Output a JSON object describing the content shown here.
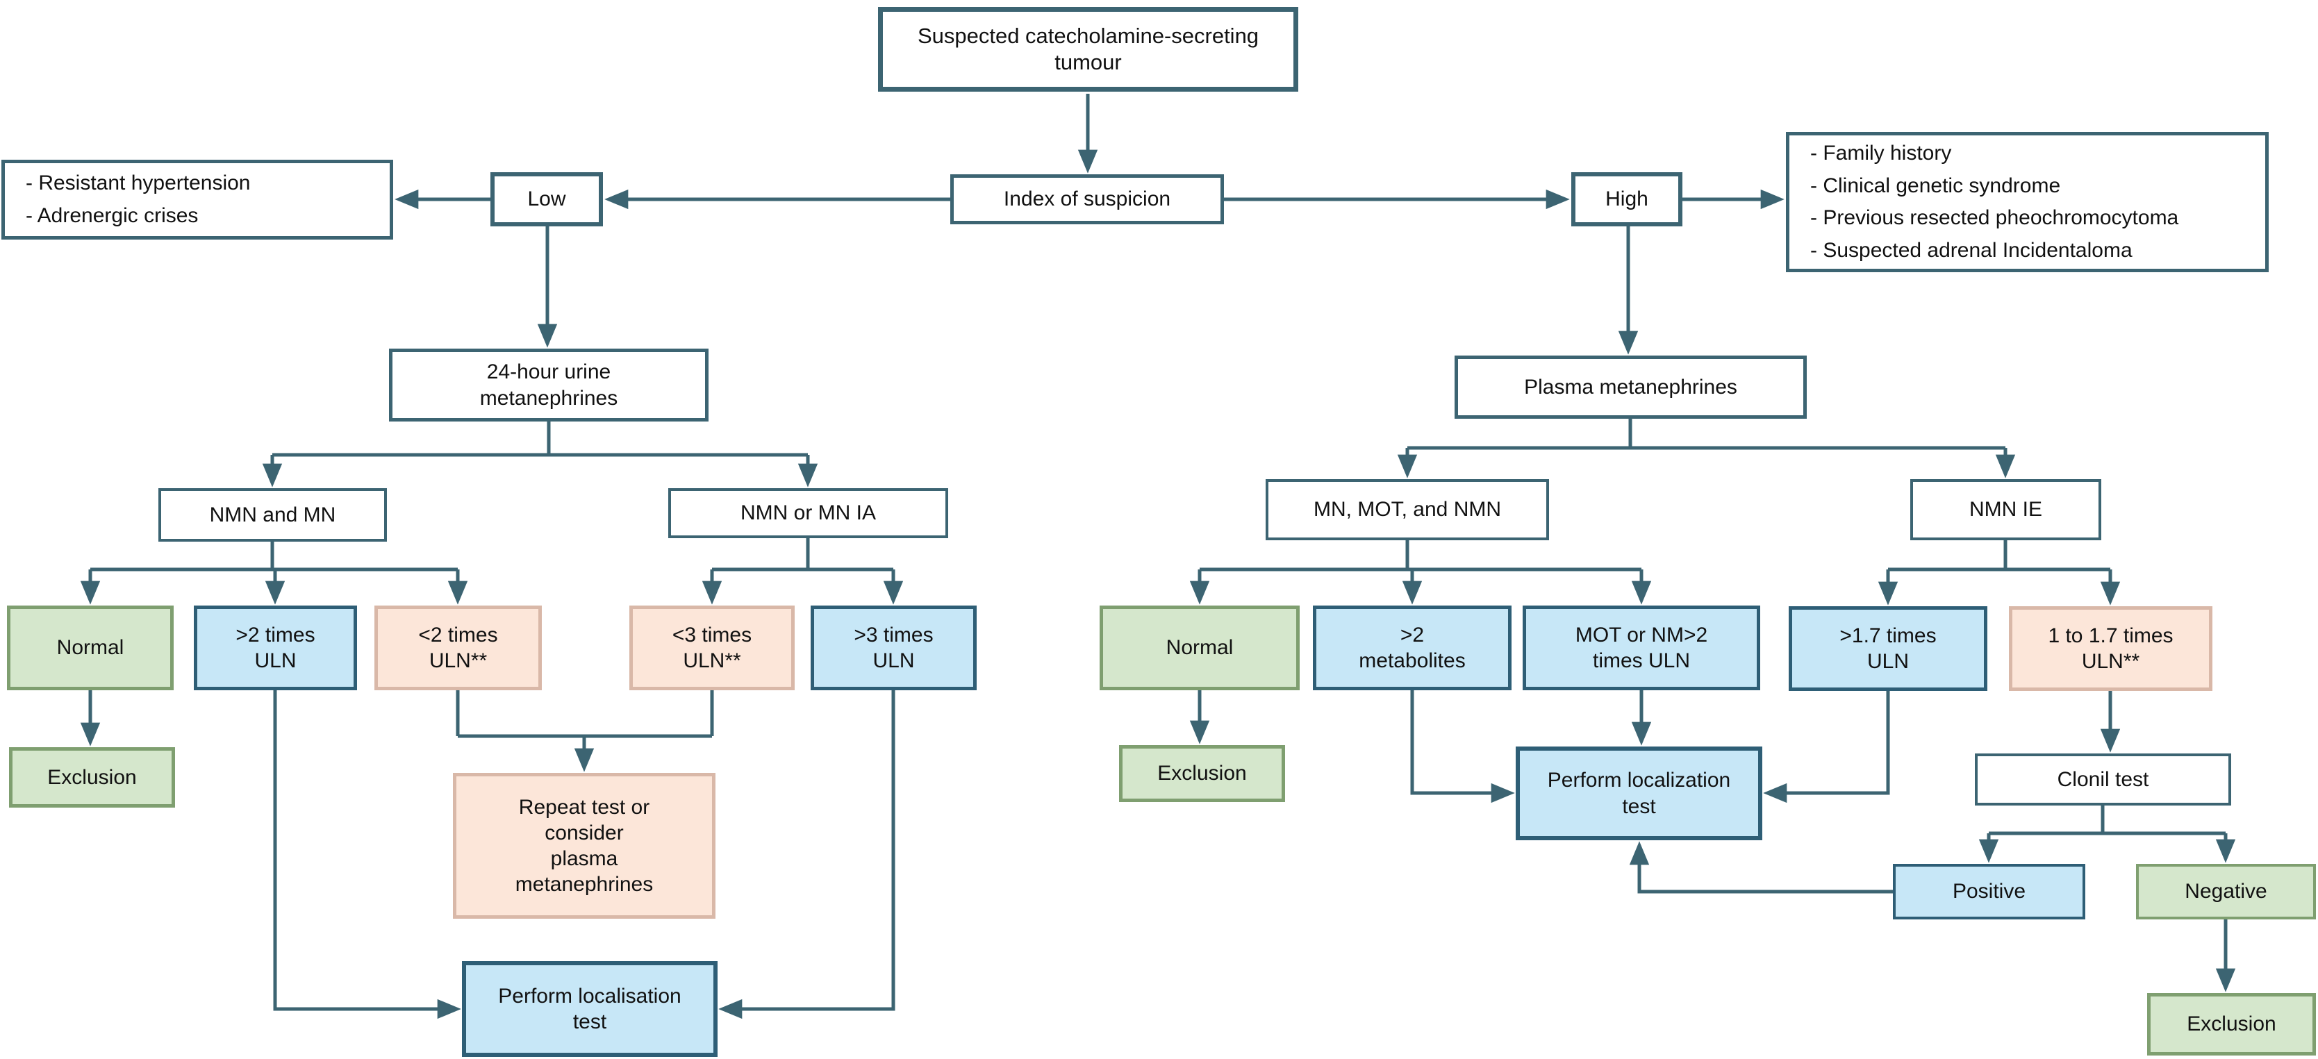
{
  "diagram": {
    "title": "Suspected catecholamine-secreting tumour diagnostic flowchart",
    "colors": {
      "line": "#3c6472",
      "plain_fill": "#ffffff",
      "plain_border": "#3c6472",
      "green_fill": "#d5e7cc",
      "green_border": "#7f9f70",
      "blue_fill": "#c7e7f7",
      "blue_border": "#2e5e76",
      "pink_fill": "#fce6d9",
      "pink_border": "#d9b8a8",
      "text": "#111111",
      "background": "#ffffff"
    },
    "nodes": {
      "suspected": "Suspected catecholamine-secreting\ntumour",
      "index": "Index of suspicion",
      "low": "Low",
      "high": "High",
      "low_criteria": "- Resistant hypertension\n- Adrenergic crises",
      "high_criteria": "- Family history\n- Clinical genetic syndrome\n- Previous resected pheochromocytoma\n- Suspected adrenal Incidentaloma",
      "urine": "24-hour urine\nmetanephrines",
      "plasma": "Plasma metanephrines",
      "nmn_mn": "NMN and MN",
      "nmn_mn_ia": "NMN or MN IA",
      "mn_mot_nmn": "MN, MOT, and NMN",
      "nmn_ie": "NMN IE",
      "normal_left": "Normal",
      "gt2_uln": ">2 times\nULN",
      "lt2_uln": "<2 times\nULN**",
      "lt3_uln": "<3 times\nULN**",
      "gt3_uln": ">3 times\nULN",
      "exclusion_left": "Exclusion",
      "repeat_test": "Repeat test or\nconsider\nplasma\nmetanephrines",
      "perform_localisation": "Perform localisation\ntest",
      "normal_right": "Normal",
      "gt2_metabolites": ">2\nmetabolites",
      "mot_nm2": "MOT or NM>2\ntimes ULN",
      "gt17_uln": ">1.7 times\nULN",
      "one_to_17_uln": "1 to 1.7 times\nULN**",
      "exclusion_right": "Exclusion",
      "perform_localization": "Perform localization\ntest",
      "clonil": "Clonil test",
      "positive": "Positive",
      "negative": "Negative",
      "exclusion_bottom": "Exclusion"
    }
  }
}
